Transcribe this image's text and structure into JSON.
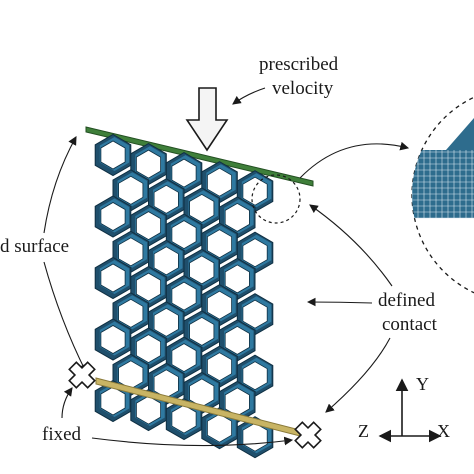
{
  "labels": {
    "prescribed_line1": "prescribed",
    "prescribed_line2": "velocity",
    "surface_partial": "d surface",
    "defined_line1": "defined",
    "defined_line2": "contact",
    "fixed": "fixed"
  },
  "axes": {
    "y": "Y",
    "z": "Z",
    "x": "X"
  },
  "colors": {
    "cell_dark": "#1f4f6c",
    "cell_light": "#2f79a0",
    "top_plate": "#3f7f3a",
    "bottom_plate": "#c8b464",
    "mesh": "#2e6c8d",
    "line": "#1a1a1a"
  },
  "lattice": {
    "rows": 9,
    "columns": 5
  }
}
